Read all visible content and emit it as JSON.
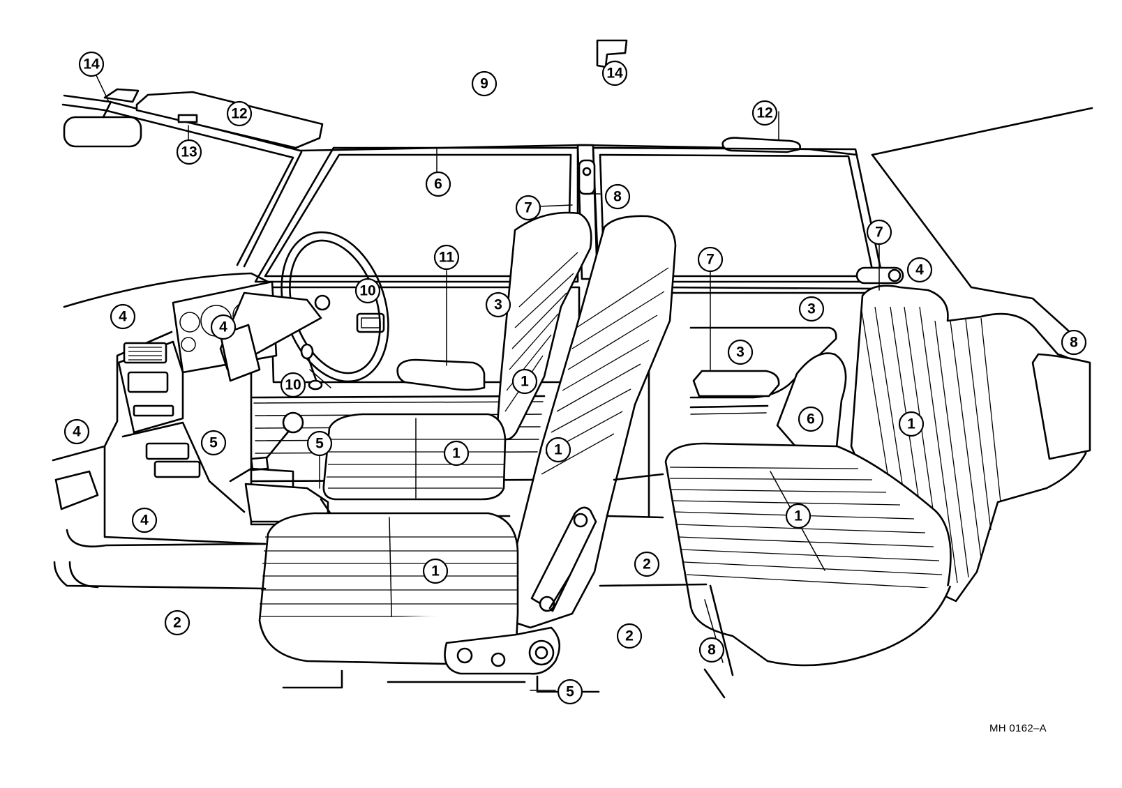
{
  "callouts": [
    {
      "id": "c-14a",
      "label": "14"
    },
    {
      "id": "c-14b",
      "label": "14"
    },
    {
      "id": "c-9",
      "label": "9"
    },
    {
      "id": "c-12a",
      "label": "12"
    },
    {
      "id": "c-13",
      "label": "13"
    },
    {
      "id": "c-12b",
      "label": "12"
    },
    {
      "id": "c-6a",
      "label": "6"
    },
    {
      "id": "c-8a",
      "label": "8"
    },
    {
      "id": "c-7a",
      "label": "7"
    },
    {
      "id": "c-11",
      "label": "11"
    },
    {
      "id": "c-7b",
      "label": "7"
    },
    {
      "id": "c-7c",
      "label": "7"
    },
    {
      "id": "c-4a",
      "label": "4"
    },
    {
      "id": "c-10a",
      "label": "10"
    },
    {
      "id": "c-3a",
      "label": "3"
    },
    {
      "id": "c-3b",
      "label": "3"
    },
    {
      "id": "c-4b",
      "label": "4"
    },
    {
      "id": "c-4c",
      "label": "4"
    },
    {
      "id": "c-8b",
      "label": "8"
    },
    {
      "id": "c-3c",
      "label": "3"
    },
    {
      "id": "c-10b",
      "label": "10"
    },
    {
      "id": "c-1a",
      "label": "1"
    },
    {
      "id": "c-6b",
      "label": "6"
    },
    {
      "id": "c-1b",
      "label": "1"
    },
    {
      "id": "c-4d",
      "label": "4"
    },
    {
      "id": "c-5a",
      "label": "5"
    },
    {
      "id": "c-5b",
      "label": "5"
    },
    {
      "id": "c-1c",
      "label": "1"
    },
    {
      "id": "c-1d",
      "label": "1"
    },
    {
      "id": "c-4e",
      "label": "4"
    },
    {
      "id": "c-1e",
      "label": "1"
    },
    {
      "id": "c-2a",
      "label": "2"
    },
    {
      "id": "c-1f",
      "label": "1"
    },
    {
      "id": "c-2b",
      "label": "2"
    },
    {
      "id": "c-2c",
      "label": "2"
    },
    {
      "id": "c-8c",
      "label": "8"
    },
    {
      "id": "c-5c",
      "label": "5"
    }
  ],
  "figure_code": "MH 0162–A"
}
